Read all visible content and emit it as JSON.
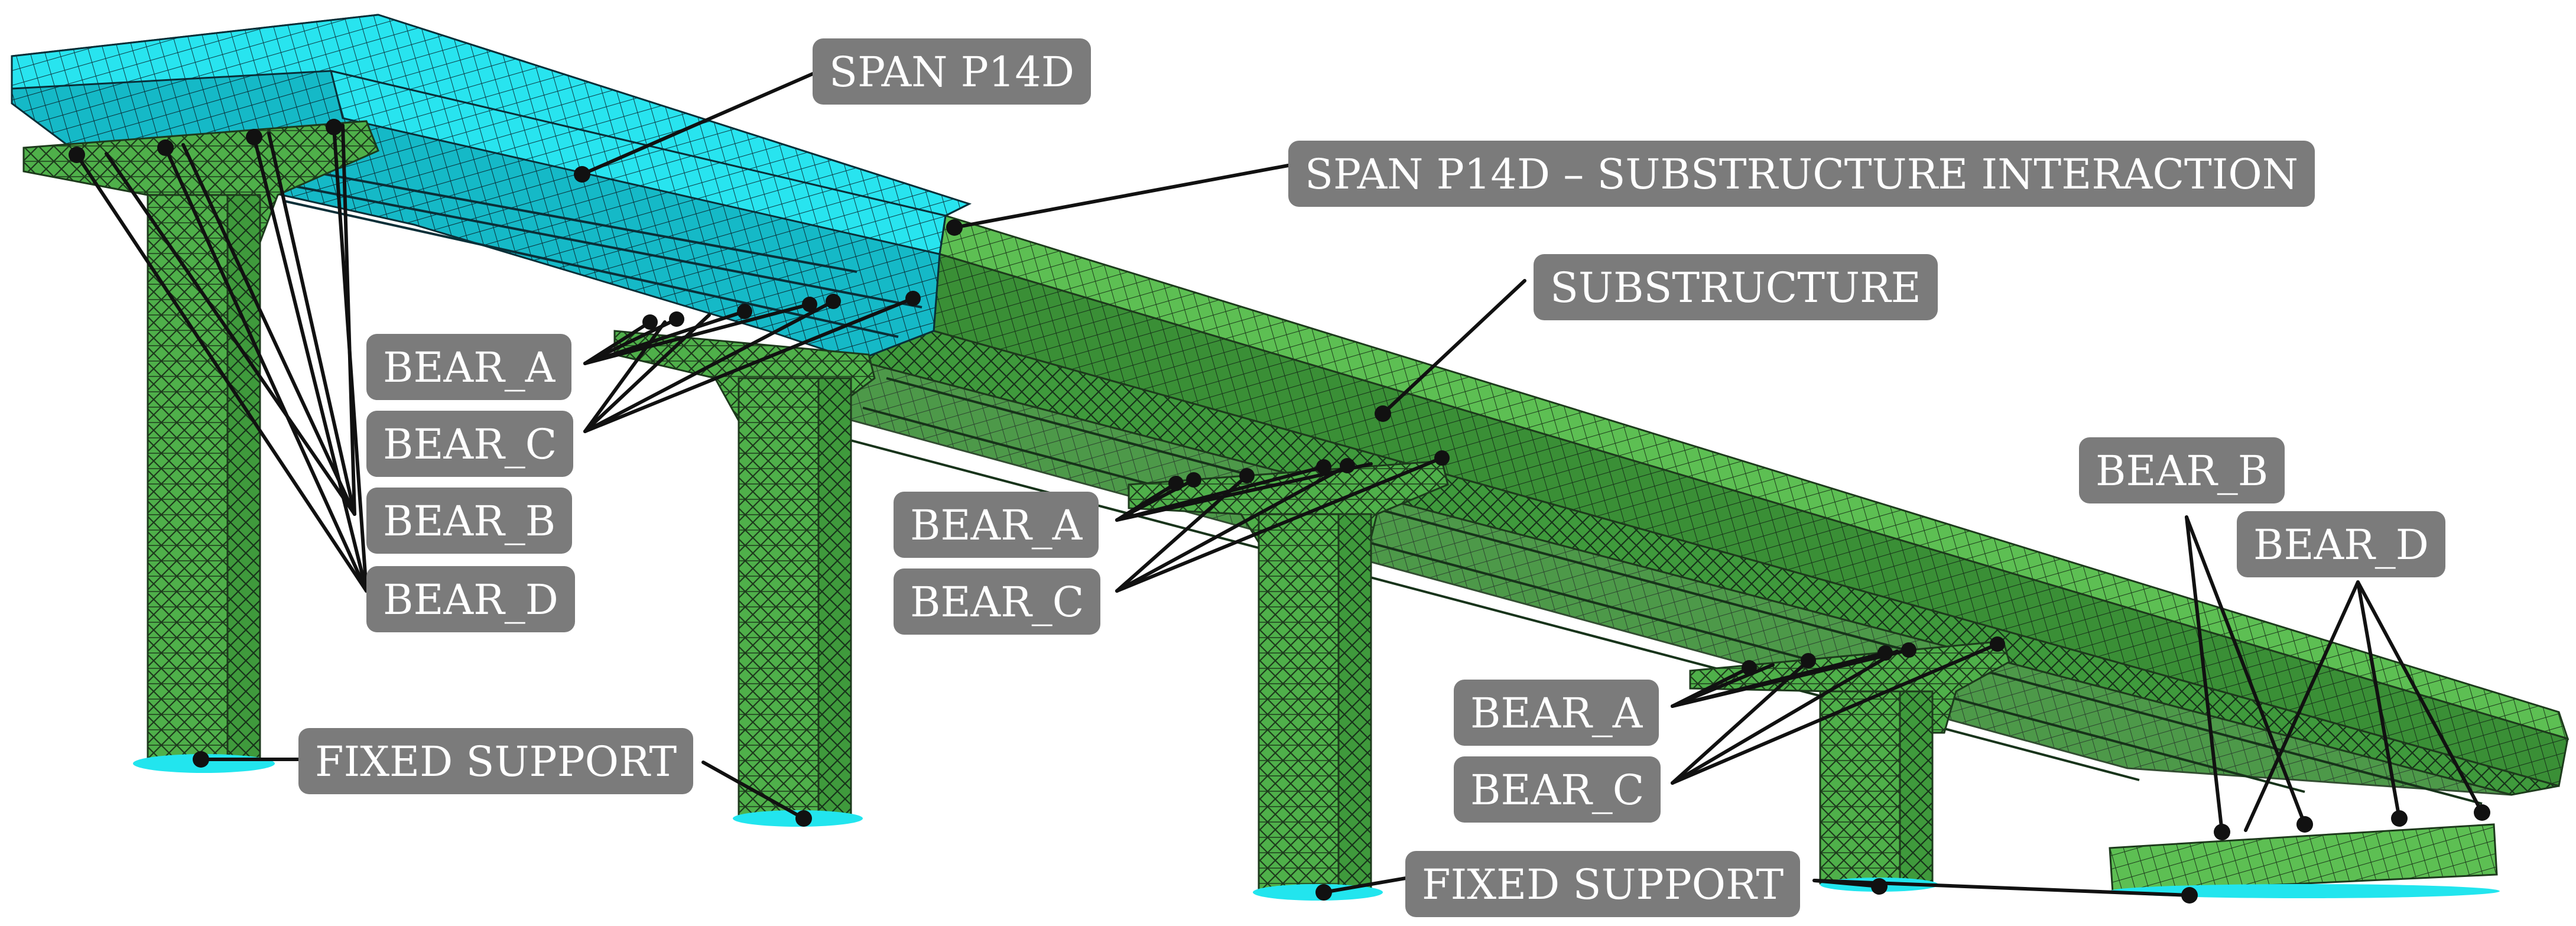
{
  "labels": {
    "span": "SPAN P14D",
    "interaction": "SPAN P14D – SUBSTRUCTURE INTERACTION",
    "substructure": "SUBSTRUCTURE",
    "pier1_bear_a": "BEAR_A",
    "pier1_bear_c": "BEAR_C",
    "pier1_bear_b": "BEAR_B",
    "pier1_bear_d": "BEAR_D",
    "pier3_bear_a": "BEAR_A",
    "pier3_bear_c": "BEAR_C",
    "pier4_bear_a": "BEAR_A",
    "pier4_bear_c": "BEAR_C",
    "abut_bear_b": "BEAR_B",
    "abut_bear_d": "BEAR_D",
    "fixed_support_left": "FIXED SUPPORT",
    "fixed_support_right": "FIXED SUPPORT"
  },
  "colors": {
    "span_mesh": "#22e5ee",
    "substructure_mesh": "#4fb04a",
    "label_bg": "#7b7b7b",
    "label_text": "#ffffff",
    "leader": "#111111"
  }
}
